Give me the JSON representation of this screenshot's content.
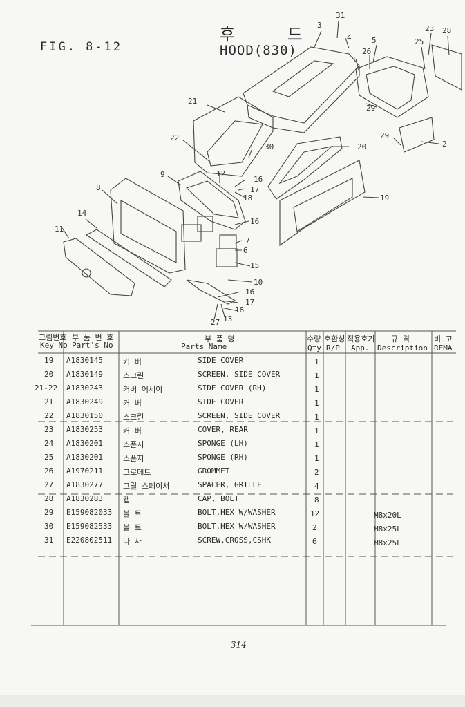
{
  "figure": {
    "label": "FIG. 8-12",
    "title_korean": "후 드",
    "title_english": "HOOD(830)"
  },
  "callouts": [
    "31",
    "3",
    "4",
    "5",
    "23",
    "28",
    "25",
    "1",
    "26",
    "29",
    "21",
    "22",
    "30",
    "20",
    "29",
    "2",
    "12",
    "16",
    "17",
    "18",
    "9",
    "8",
    "19",
    "14",
    "16",
    "7",
    "6",
    "15",
    "11",
    "10",
    "16",
    "17",
    "18",
    "27",
    "13"
  ],
  "table": {
    "headers": {
      "key_no": [
        "그림번호",
        "Key No"
      ],
      "part_no": [
        "부 품 번 호",
        "Part's No"
      ],
      "parts_name": [
        "부 품 명",
        "Parts Name"
      ],
      "qty": [
        "수량",
        "Qty"
      ],
      "rp": [
        "호환성",
        "R/P"
      ],
      "app": [
        "적용호기",
        "App."
      ],
      "desc": [
        "규 격",
        "Description"
      ],
      "remark": [
        "비 고",
        "REMA"
      ]
    },
    "rows": [
      {
        "key": "19",
        "part": "A1830145",
        "kor": "커 버",
        "name": "SIDE COVER",
        "qty": "1",
        "desc": ""
      },
      {
        "key": "20",
        "part": "A1830149",
        "kor": "스크린",
        "name": "SCREEN, SIDE COVER",
        "qty": "1",
        "desc": ""
      },
      {
        "key": "21-22",
        "part": "A1830243",
        "kor": "커버 어세이",
        "name": "SIDE COVER (RH)",
        "qty": "1",
        "desc": ""
      },
      {
        "key": "21",
        "part": "A1830249",
        "kor": "커 버",
        "name": "SIDE COVER",
        "qty": "1",
        "desc": ""
      },
      {
        "key": "22",
        "part": "A1830150",
        "kor": "스크린",
        "name": "SCREEN, SIDE COVER",
        "qty": "1",
        "desc": ""
      },
      {
        "key": "23",
        "part": "A1830253",
        "kor": "커 버",
        "name": "COVER, REAR",
        "qty": "1",
        "desc": ""
      },
      {
        "key": "24",
        "part": "A1830201",
        "kor": "스폰지",
        "name": "SPONGE (LH)",
        "qty": "1",
        "desc": ""
      },
      {
        "key": "25",
        "part": "A1830201",
        "kor": "스폰지",
        "name": "SPONGE (RH)",
        "qty": "1",
        "desc": ""
      },
      {
        "key": "26",
        "part": "A1970211",
        "kor": "그로메트",
        "name": "GROMMET",
        "qty": "2",
        "desc": ""
      },
      {
        "key": "27",
        "part": "A1830277",
        "kor": "그릴 스페이서",
        "name": "SPACER, GRILLE",
        "qty": "4",
        "desc": ""
      },
      {
        "key": "28",
        "part": "A1830283",
        "kor": "캡",
        "name": "CAP, BOLT",
        "qty": "8",
        "desc": ""
      },
      {
        "key": "29",
        "part": "E159082033",
        "kor": "볼 트",
        "name": "BOLT,HEX W/WASHER",
        "qty": "12",
        "desc": "M8x20L"
      },
      {
        "key": "30",
        "part": "E159082533",
        "kor": "볼 트",
        "name": "BOLT,HEX W/WASHER",
        "qty": "2",
        "desc": "M8x25L"
      },
      {
        "key": "31",
        "part": "E220802511",
        "kor": "나 사",
        "name": "SCREW,CROSS,CSHK",
        "qty": "6",
        "desc": "M8x25L"
      }
    ]
  },
  "page_number": "- 314 -"
}
